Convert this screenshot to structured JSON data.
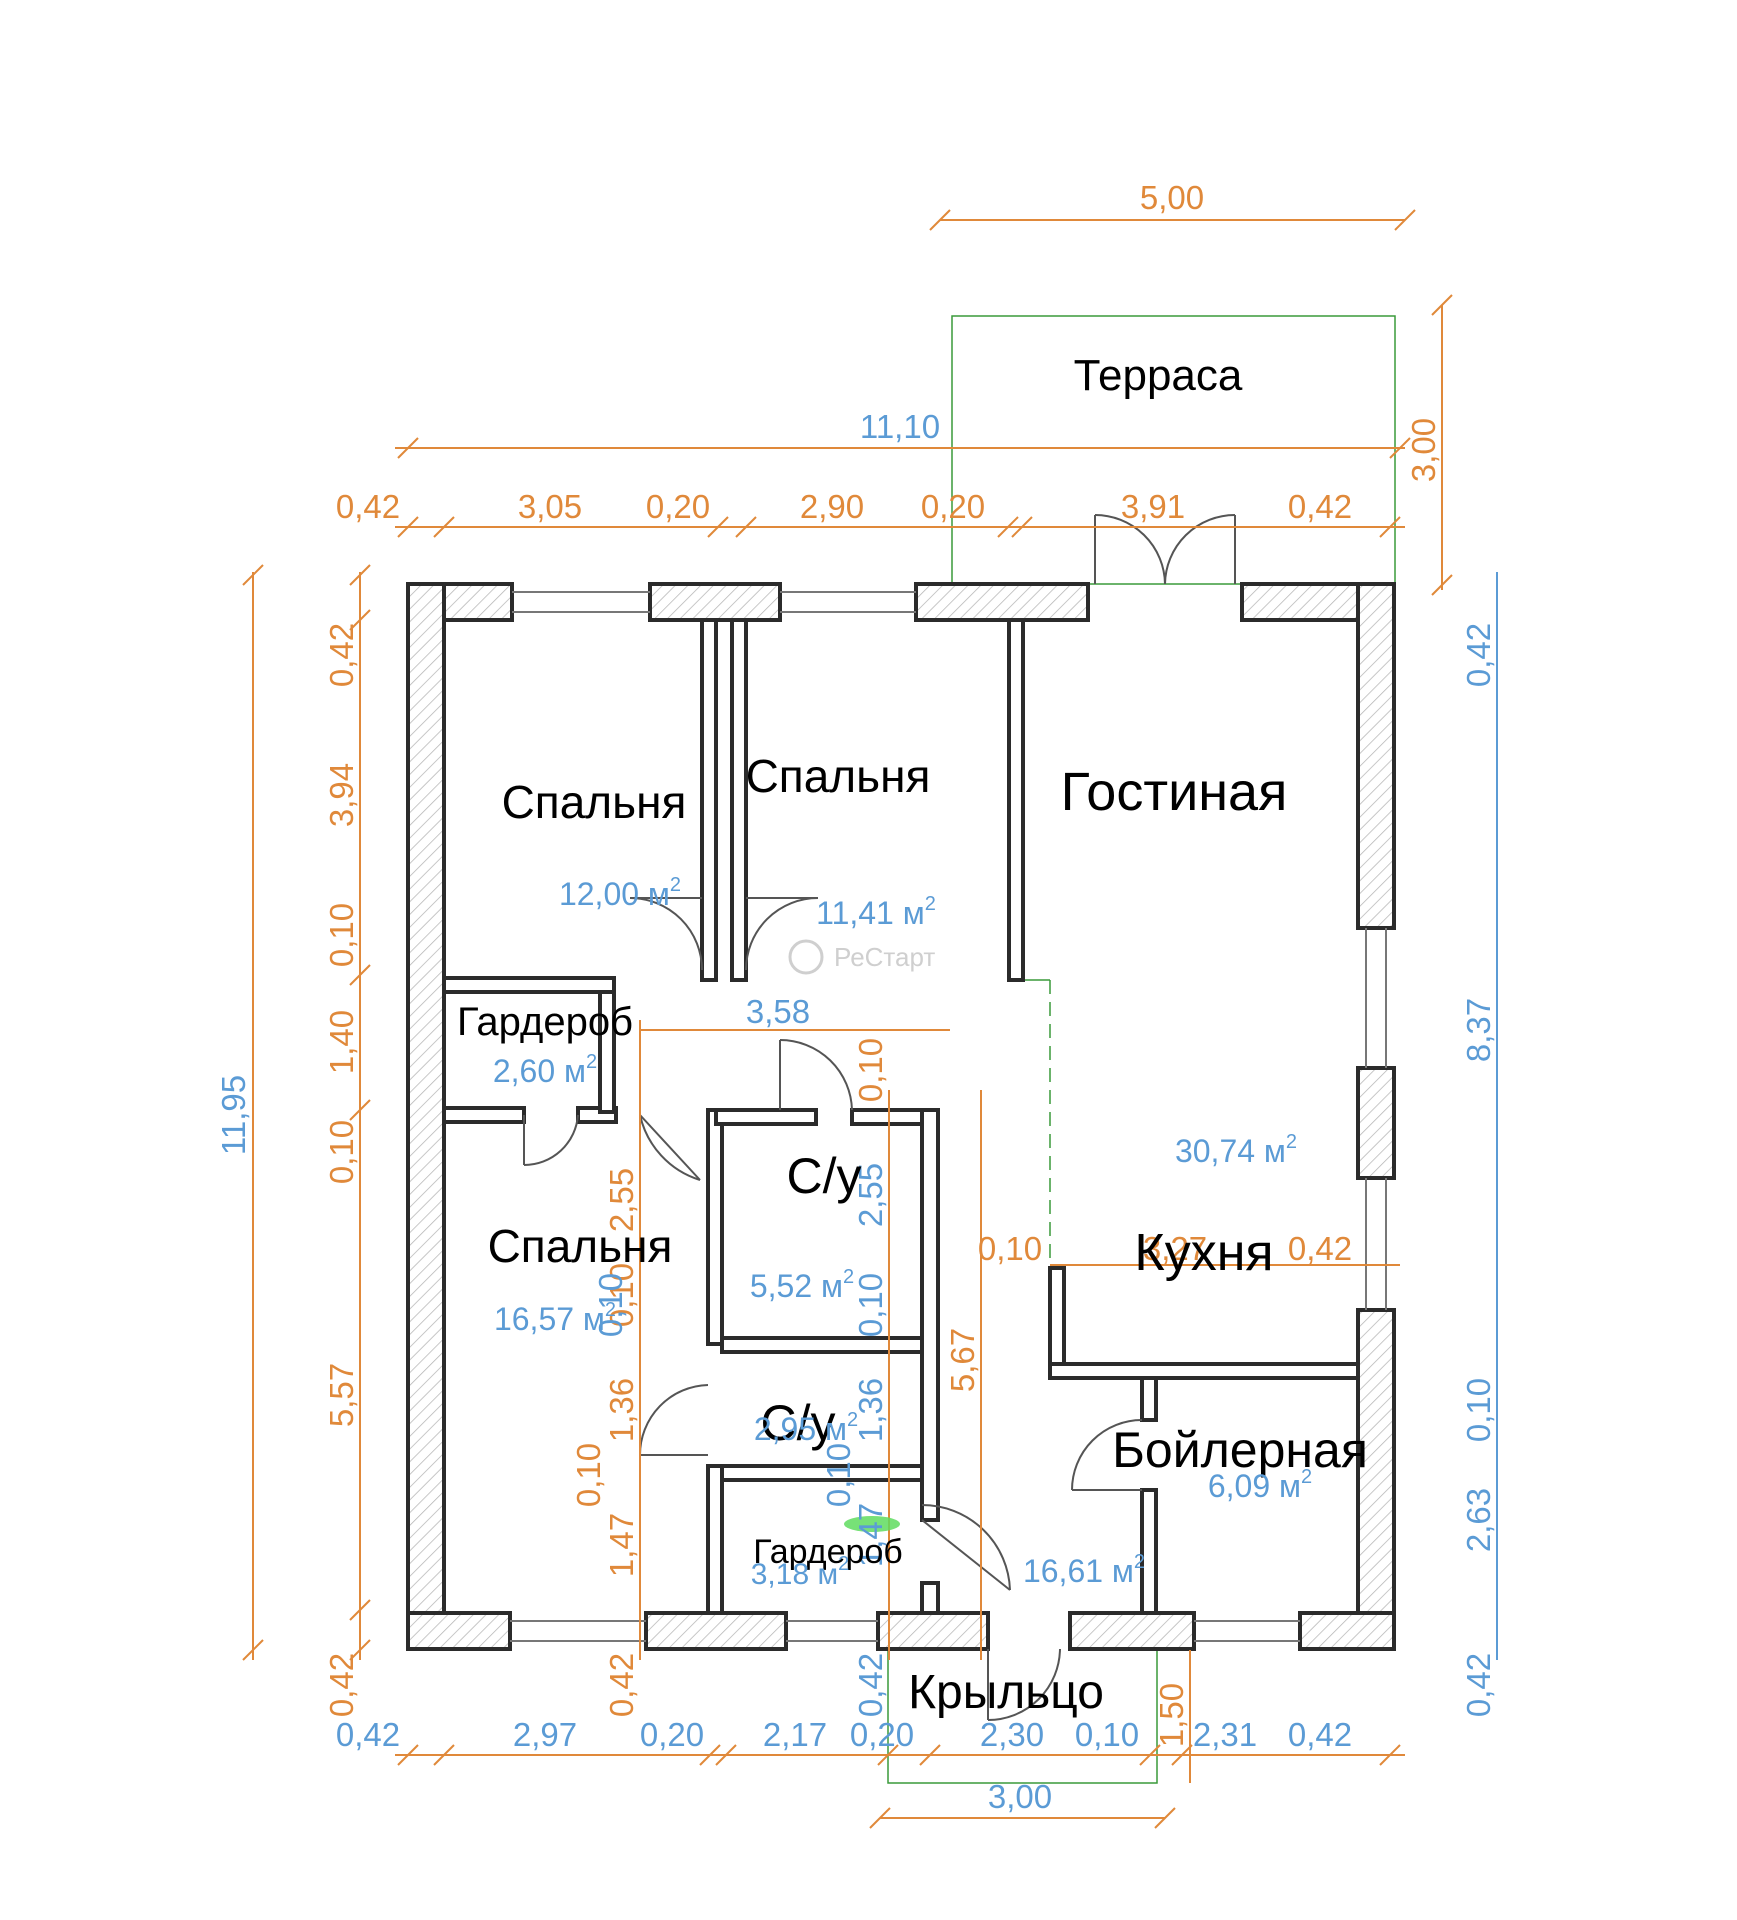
{
  "rooms": {
    "terrace": "Терраса",
    "bedroom1": "Спальня",
    "bedroom2": "Спальня",
    "living": "Гостиная",
    "wardrobe1": "Гардероб",
    "bath1": "С/у",
    "bedroom3": "Спальня",
    "kitchen": "Кухня",
    "bath2": "С/у",
    "boiler": "Бойлерная",
    "wardrobe2": "Гардероб",
    "porch": "Крыльцо"
  },
  "areas": {
    "bedroom1": "12,00 м",
    "bedroom2": "11,41 м",
    "living": "30,74 м",
    "wardrobe1": "2,60 м",
    "bath1": "5,52 м",
    "bedroom3": "16,57 м",
    "bath2": "2,95 м",
    "boiler": "6,09 м",
    "hall": "16,61 м",
    "wardrobe2": "3,18 м",
    "sup": "2"
  },
  "dims_top": {
    "terrace_width": "5,00",
    "overall": "11,10",
    "terrace_depth": "3,00",
    "row": [
      "0,42",
      "3,05",
      "0,20",
      "2,90",
      "0,20",
      "3,91",
      "0,42"
    ]
  },
  "dims_left": {
    "overall": "11,95",
    "outer": [
      "0,42",
      "3,94",
      "0,10",
      "1,40",
      "0,10",
      "5,57",
      "0,42"
    ],
    "inner": [
      "2,55",
      "0,10",
      "1,36",
      "0,10",
      "1,47",
      "0,42"
    ]
  },
  "dims_right": [
    "0,42",
    "8,37",
    "0,10",
    "2,63",
    "0,42"
  ],
  "dims_center": {
    "corridor": "3,58",
    "bath_v": [
      "0,10",
      "2,55",
      "0,10",
      "1,36",
      "0,10",
      "1,47",
      "0,42"
    ],
    "hall_h": "5,67",
    "kitchen_row": [
      "0,10",
      "3,27",
      "0,42"
    ],
    "wardrobe_v": "0,10"
  },
  "dims_bottom": {
    "row": [
      "0,42",
      "2,97",
      "0,20",
      "2,17",
      "0,20",
      "2,30",
      "0,10",
      "2,31",
      "0,42"
    ],
    "porch_depth": "1,50",
    "porch_width": "3,00"
  },
  "watermark": "РеСтарт",
  "colors": {
    "wall": "#2b2b2b",
    "dim_orange": "#e0893a",
    "dim_blue": "#5b9bd5",
    "outline_green": "#3a9a3a",
    "highlight": "#5fdc5f"
  }
}
